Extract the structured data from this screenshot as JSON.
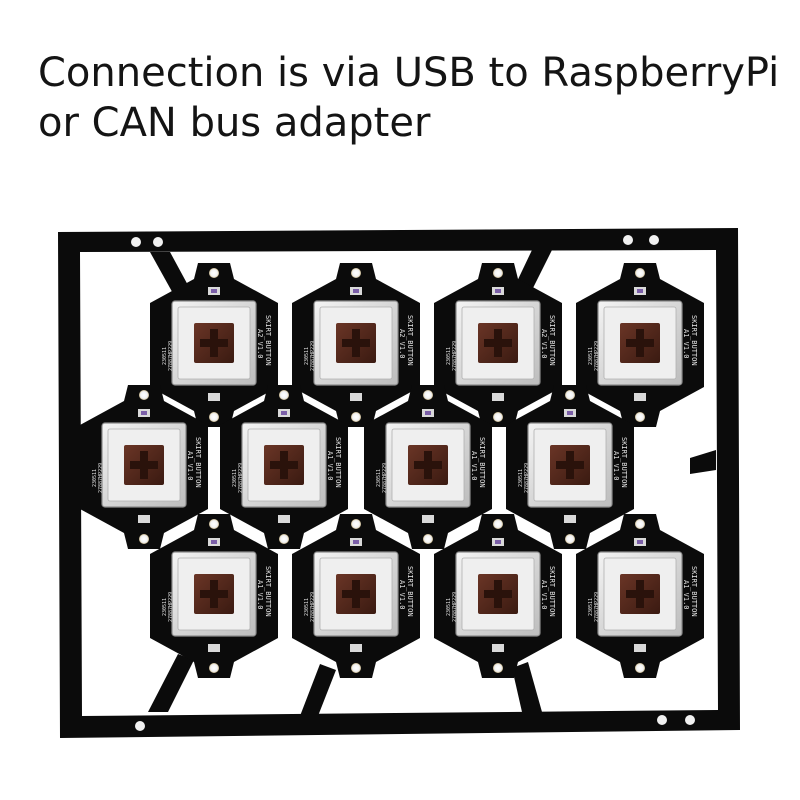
{
  "caption": {
    "line1": "Connection is via USB to RaspberryPi",
    "line2": "or CAN bus adapter"
  },
  "colors": {
    "pcb": "#0b0b0b",
    "switch_housing": "#dcdcdc",
    "switch_stem": "#4a2418",
    "silkscreen": "#e6e6e6"
  },
  "boards": [
    {
      "label": "SKIRT_BUTTON",
      "version": "A2 V1.0",
      "code1": "230511",
      "code2": "27887HP229"
    },
    {
      "label": "SKIRT_BUTTON",
      "version": "A2 V1.0",
      "code1": "230511",
      "code2": "27887HP229"
    },
    {
      "label": "SKIRT_BUTTON",
      "version": "A2 V1.0",
      "code1": "230511",
      "code2": "27887HP229"
    },
    {
      "label": "SKIRT_BUTTON",
      "version": "A1 V1.0",
      "code1": "230511",
      "code2": "27887HP229"
    },
    {
      "label": "SKIRT_BUTTON",
      "version": "A1 V1.0",
      "code1": "230511",
      "code2": "27887HP229"
    },
    {
      "label": "SKIRT_BUTTON",
      "version": "A1 V1.0",
      "code1": "230511",
      "code2": "27887HP229"
    },
    {
      "label": "SKIRT_BUTTON",
      "version": "A1 V1.0",
      "code1": "230511",
      "code2": "27887HP229"
    },
    {
      "label": "SKIRT_BUTTON",
      "version": "A1 V1.0",
      "code1": "230511",
      "code2": "27887HP229"
    },
    {
      "label": "SKIRT_BUTTON",
      "version": "A1 V1.0",
      "code1": "230511",
      "code2": "27887HP229"
    },
    {
      "label": "SKIRT_BUTTON",
      "version": "A1 V1.0",
      "code1": "230511",
      "code2": "27887HP229"
    },
    {
      "label": "SKIRT_BUTTON",
      "version": "A1 V1.0",
      "code1": "230511",
      "code2": "27887HP229"
    },
    {
      "label": "SKIRT_BUTTON",
      "version": "A1 V1.0",
      "code1": "230511",
      "code2": "27887HP229"
    }
  ]
}
